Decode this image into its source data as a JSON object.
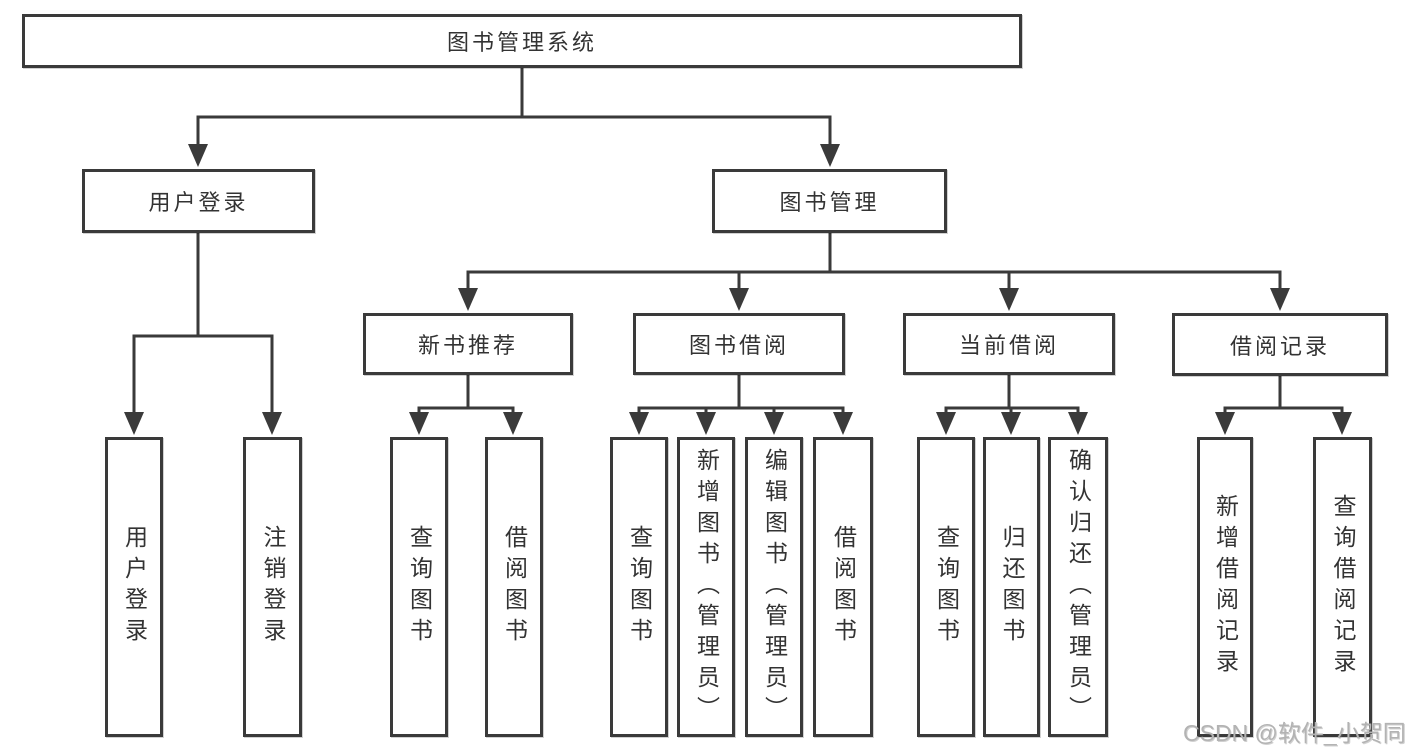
{
  "diagram": {
    "root": {
      "label": "图书管理系统"
    },
    "level2": {
      "user_login": {
        "label": "用户登录"
      },
      "book_management": {
        "label": "图书管理"
      }
    },
    "level3": {
      "new_books": {
        "label": "新书推荐"
      },
      "borrowing": {
        "label": "图书借阅"
      },
      "current": {
        "label": "当前借阅"
      },
      "records": {
        "label": "借阅记录"
      }
    },
    "leaves": {
      "user_login": [
        "用户登录",
        "注销登录"
      ],
      "new_books": [
        "查询图书",
        "借阅图书"
      ],
      "borrowing": [
        "查询图书",
        "新增图书（管理员）",
        "编辑图书（管理员）",
        "借阅图书"
      ],
      "current": [
        "查询图书",
        "归还图书",
        "确认归还（管理员）"
      ],
      "records": [
        "新增借阅记录",
        "查询借阅记录"
      ]
    }
  },
  "watermark": {
    "text": "CSDN @软件_小贺同学"
  },
  "colors": {
    "line": "#3a3a3a",
    "text": "#333333",
    "watermark": "#b3b3b3",
    "background": "#ffffff"
  }
}
